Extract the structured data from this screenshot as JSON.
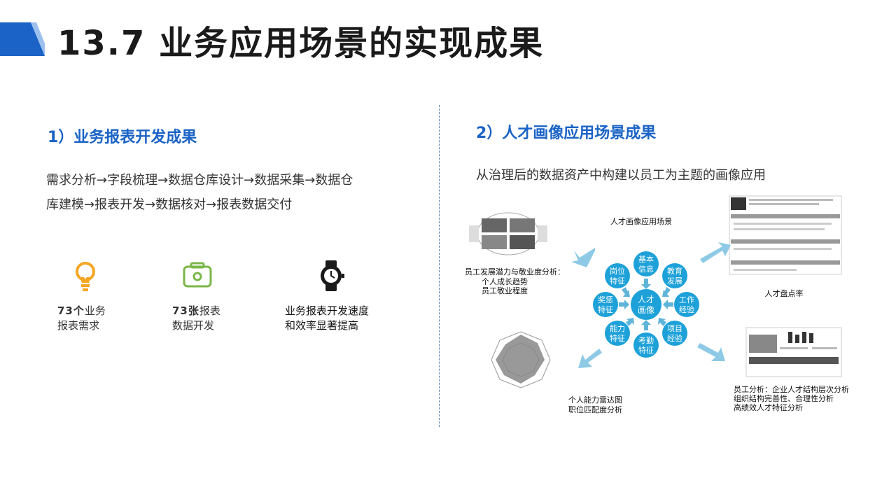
{
  "slide": {
    "title": "13.7 业务应用场景的实现成果",
    "accent_color": "#1b63c6"
  },
  "left": {
    "heading": "1）业务报表开发成果",
    "process_line1": "需求分析→字段梳理→数据仓库设计→数据采集→数据仓",
    "process_line2": "库建模→报表开发→数据核对→报表数据交付",
    "stats": [
      {
        "icon": "lightbulb-icon",
        "num": "73个",
        "text_a": "业务",
        "text_b": "报表需求"
      },
      {
        "icon": "camera-icon",
        "num": "73张",
        "text_a": "报表",
        "text_b": "数据开发"
      },
      {
        "icon": "watch-icon",
        "num": "",
        "text_a": "业务报表开发速度",
        "text_b": "和效率显著提高"
      }
    ]
  },
  "right": {
    "heading": "2）人才画像应用场景成果",
    "description": "从治理后的数据资产中构建以员工为主题的画像应用",
    "diagram": {
      "title": "人才画像应用场景",
      "center_line1": "人才",
      "center_line2": "画像",
      "nodes": [
        {
          "l1": "基本",
          "l2": "信息"
        },
        {
          "l1": "教育",
          "l2": "发展"
        },
        {
          "l1": "工作",
          "l2": "经验"
        },
        {
          "l1": "项目",
          "l2": "经验"
        },
        {
          "l1": "考勤",
          "l2": "特征"
        },
        {
          "l1": "能力",
          "l2": "特征"
        },
        {
          "l1": "奖惩",
          "l2": "特征"
        },
        {
          "l1": "岗位",
          "l2": "特征"
        }
      ],
      "caption_top_left_1": "员工发展潜力与敬业度分析：",
      "caption_top_left_2": "个人成长趋势",
      "caption_top_left_3": "员工敬业程度",
      "caption_top_right": "人才盘点率",
      "caption_bottom_left_1": "个人能力雷达图",
      "caption_bottom_left_2": "职位匹配度分析",
      "caption_bottom_right_1": "员工分析：企业人才结构层次分析",
      "caption_bottom_right_2": "组织结构完善性、合理性分析",
      "caption_bottom_right_3": "高绩效人才特征分析"
    }
  }
}
